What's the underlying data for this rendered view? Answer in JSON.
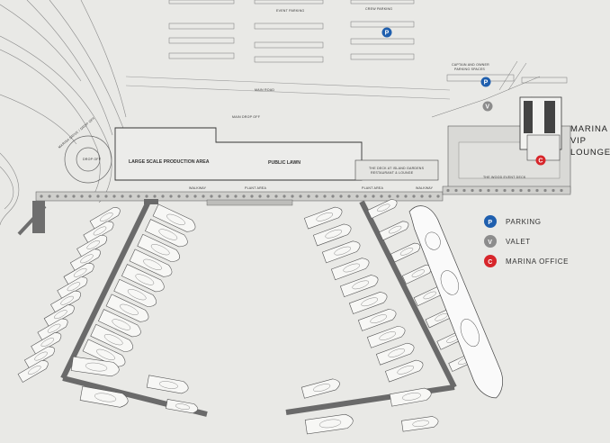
{
  "map_labels": {
    "event_parking": "EVENT PARKING",
    "crew_parking": "CREW PARKING",
    "captain_owner": "CAPTAIN AND OWNER",
    "parking_spaces": "PARKING SPACES",
    "main_road": "MAIN ROAD",
    "main_drop_off": "MAIN DROP OFF",
    "drop_off": "DROP OFF",
    "roundabout": "MARINA DRIVE / DROP OFF",
    "production_area": "LARGE SCALE PRODUCTION AREA",
    "public_lawn": "PUBLIC LAWN",
    "deck_line1": "THE DECK AT ISLAND GARDENS",
    "deck_line2": "RESTAURANT & LOUNGE",
    "wood_event_deck": "THE WOOD EVENT DECK",
    "walkway": "WALKWAY",
    "plant_area": "PLANT AREA",
    "vip_line1": "MARINA",
    "vip_line2": "VIP",
    "vip_line3": "LOUNGE"
  },
  "legend": [
    {
      "letter": "P",
      "label": "PARKING",
      "color": "#1f5fae"
    },
    {
      "letter": "V",
      "label": "VALET",
      "color": "#8c8c8c"
    },
    {
      "letter": "C",
      "label": "MARINA OFFICE",
      "color": "#d7262b"
    }
  ],
  "colors": {
    "background": "#e9e9e6",
    "line": "#555555",
    "dock": "#707070",
    "parking": "#1f5fae",
    "valet": "#8c8c8c",
    "office": "#d7262b"
  }
}
